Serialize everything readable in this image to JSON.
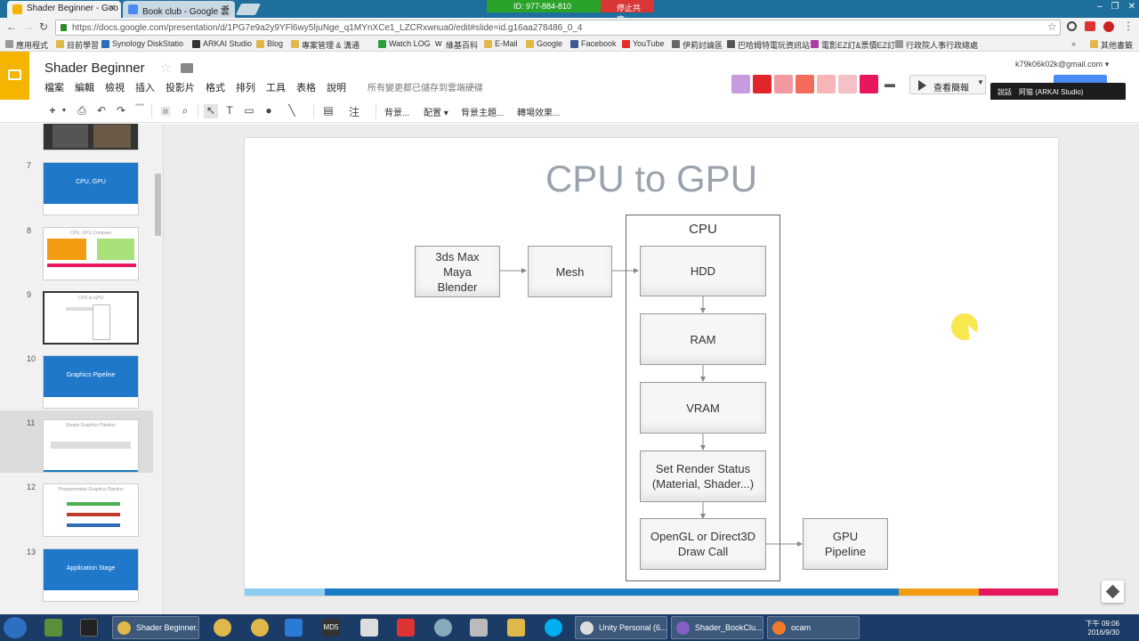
{
  "browser": {
    "tabs": [
      {
        "title": "Shader Beginner - Goo",
        "active": true
      },
      {
        "title": "Book club - Google 雲",
        "active": false
      }
    ],
    "screen_share": {
      "id_label": "ID: 977-884-810",
      "stop_label": "停止共享"
    },
    "url": "https://docs.google.com/presentation/d/1PG7e9a2y9YFl6wy5IjuNge_q1MYnXCe1_LZCRxwnua0/edit#slide=id.g16aa278486_0_4",
    "bookmarks": [
      "應用程式",
      "目前學習",
      "Synology DiskStatio",
      "ARKAI Studio",
      "Blog",
      "專案管理 & 溝通",
      "Watch LOG",
      "維基百科",
      "E-Mail",
      "Google",
      "Facebook",
      "YouTube",
      "伊莉討論區",
      "巴哈姆特電玩資訊站",
      "電影EZ訂&票價EZ訂",
      "行政院人事行政總處",
      "其他書籤"
    ],
    "window_controls": [
      "–",
      "❐",
      "✕"
    ]
  },
  "app": {
    "doc_title": "Shader Beginner",
    "menus": [
      "檔案",
      "編輯",
      "檢視",
      "插入",
      "投影片",
      "格式",
      "排列",
      "工具",
      "表格",
      "說明"
    ],
    "save_status": "所有變更都已儲存到雲端硬碟",
    "user_email": "k79k06k02k@gmail.com",
    "present_label": "查看簡報",
    "tooltip": "說話　阿猫 (ARKAI Studio)",
    "toolbar": {
      "background": "背景...",
      "layout": "配置",
      "theme": "背景主題...",
      "transition": "轉場效果..."
    }
  },
  "filmstrip": {
    "slides": [
      {
        "num": "7",
        "title": "CPU, GPU",
        "style": "blue"
      },
      {
        "num": "8",
        "title": "CPU, GPU Compare",
        "style": "chart"
      },
      {
        "num": "9",
        "title": "CPU to GPU",
        "style": "white",
        "selected": true
      },
      {
        "num": "10",
        "title": "Graphics Pipeline",
        "style": "blue"
      },
      {
        "num": "11",
        "title": "Simple Graphics Pipeline",
        "style": "white"
      },
      {
        "num": "12",
        "title": "Programmable Graphics Pipeline",
        "style": "white"
      },
      {
        "num": "13",
        "title": "Application Stage",
        "style": "blue"
      }
    ]
  },
  "slide": {
    "title": "CPU to GPU",
    "cpu_label": "CPU",
    "nodes": {
      "tools": "3ds Max\nMaya\nBlender",
      "mesh": "Mesh",
      "hdd": "HDD",
      "ram": "RAM",
      "vram": "VRAM",
      "render_status": "Set Render Status\n(Material, Shader...)",
      "drawcall": "OpenGL or Direct3D\nDraw Call",
      "gpu": "GPU\nPipeline"
    },
    "stripe_colors": [
      "#8ecdf2",
      "#1a7cc4",
      "#f39c12",
      "#e8175d"
    ]
  },
  "taskbar": {
    "apps": [
      "Shader Beginner...",
      "Unity Personal (6...",
      "Shader_BookClu...",
      "ocam"
    ],
    "clock_time": "下午 09:06",
    "clock_date": "2016/9/30"
  }
}
